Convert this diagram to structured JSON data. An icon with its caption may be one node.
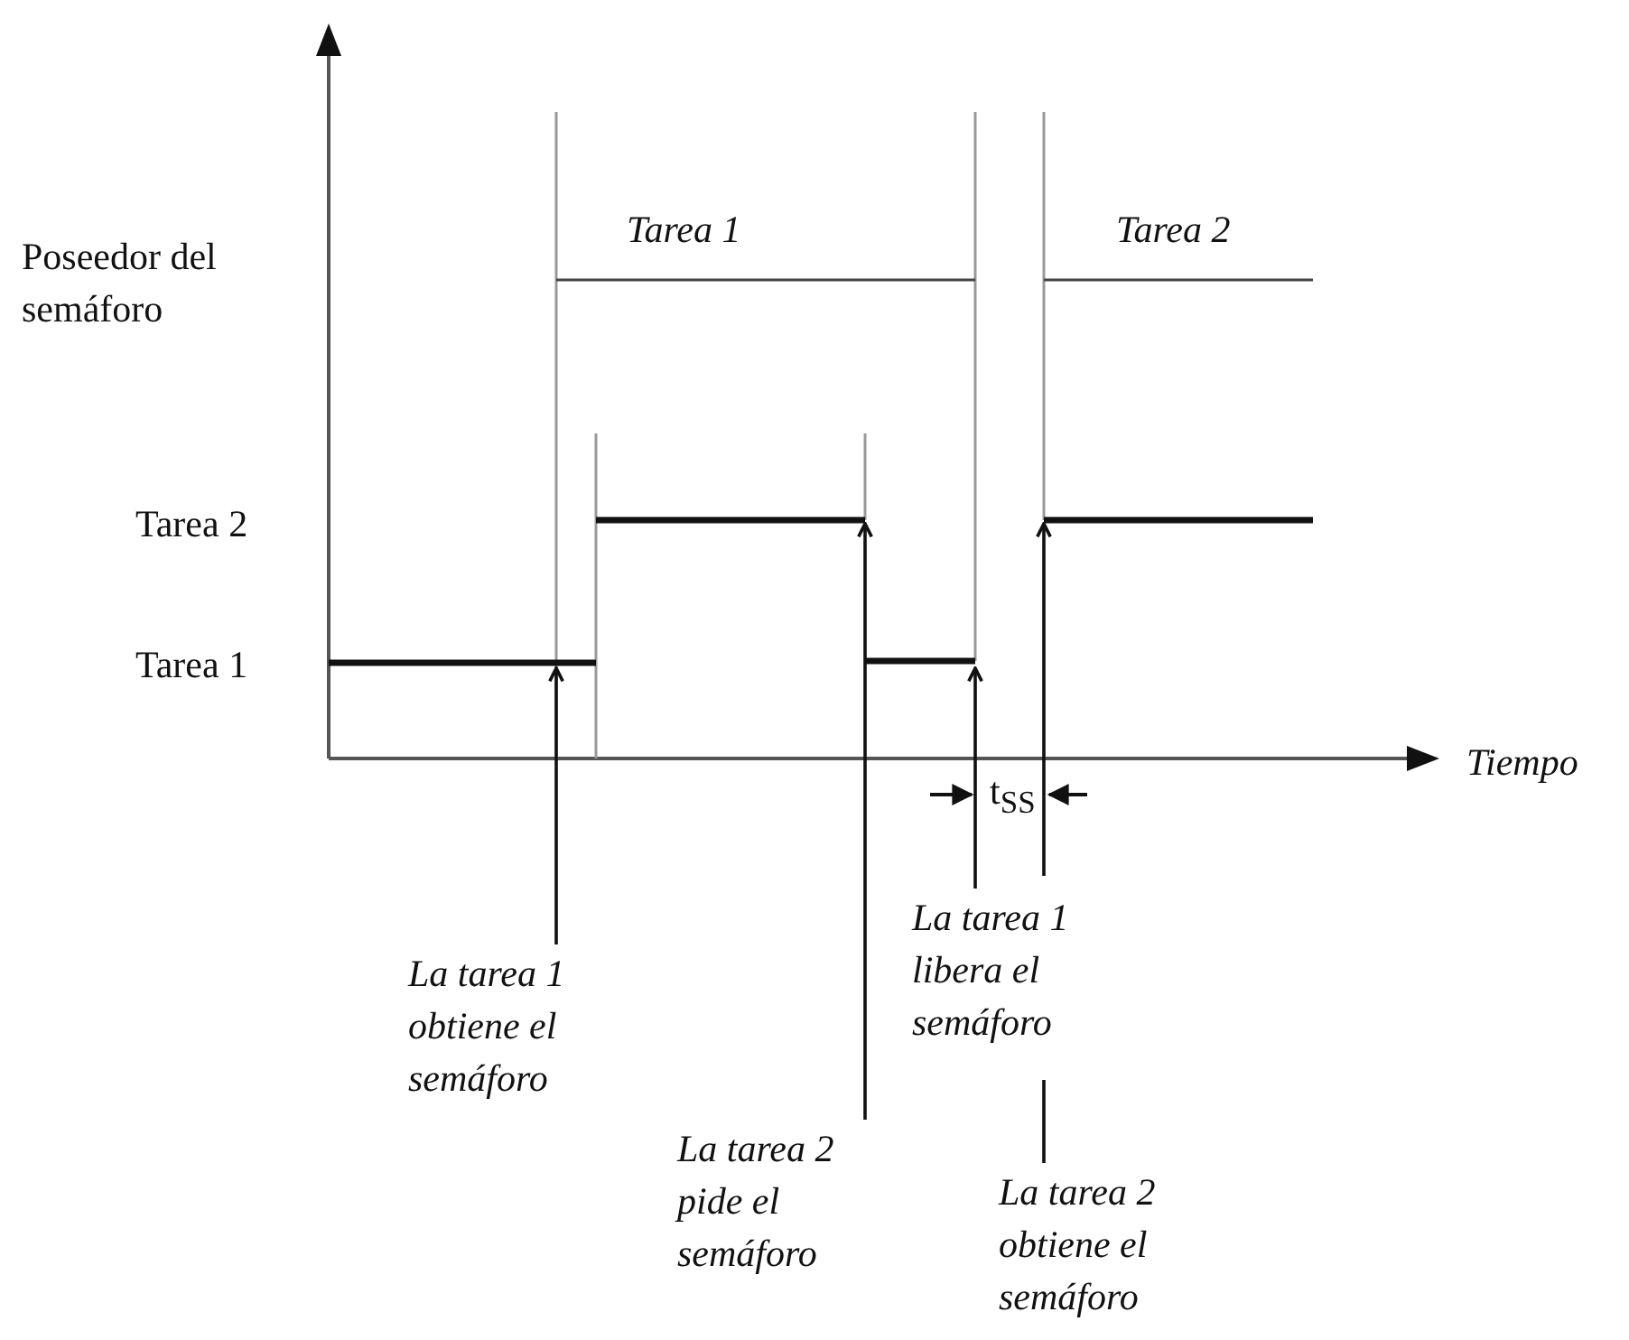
{
  "diagram": {
    "nodes": [
      {
        "text": [
          "La tarea 1 obtiene el semáforo"
        ]
      },
      {
        "text": [
          "La tarea 2 pide el semáforo"
        ]
      },
      {
        "text": [
          "La tarea 1 libera el semáforo"
        ]
      },
      {
        "text": [
          "La tarea 2 obtiene el semáforo"
        ]
      }
    ],
    "edges": [
      {
        "from": 0,
        "to": null,
        "arrow": "to"
      },
      {
        "from": 1,
        "to": null,
        "arrow": "to"
      },
      {
        "from": 2,
        "to": null,
        "arrow": "to"
      },
      {
        "from": 3,
        "to": null,
        "arrow": "to"
      }
    ],
    "labels": [
      "Tarea 1",
      "Tarea 2",
      "Poseedor del semáforo",
      "Tarea 2",
      "Tarea 1",
      "Tiempo",
      "t$_{SS}$"
    ]
  }
}
